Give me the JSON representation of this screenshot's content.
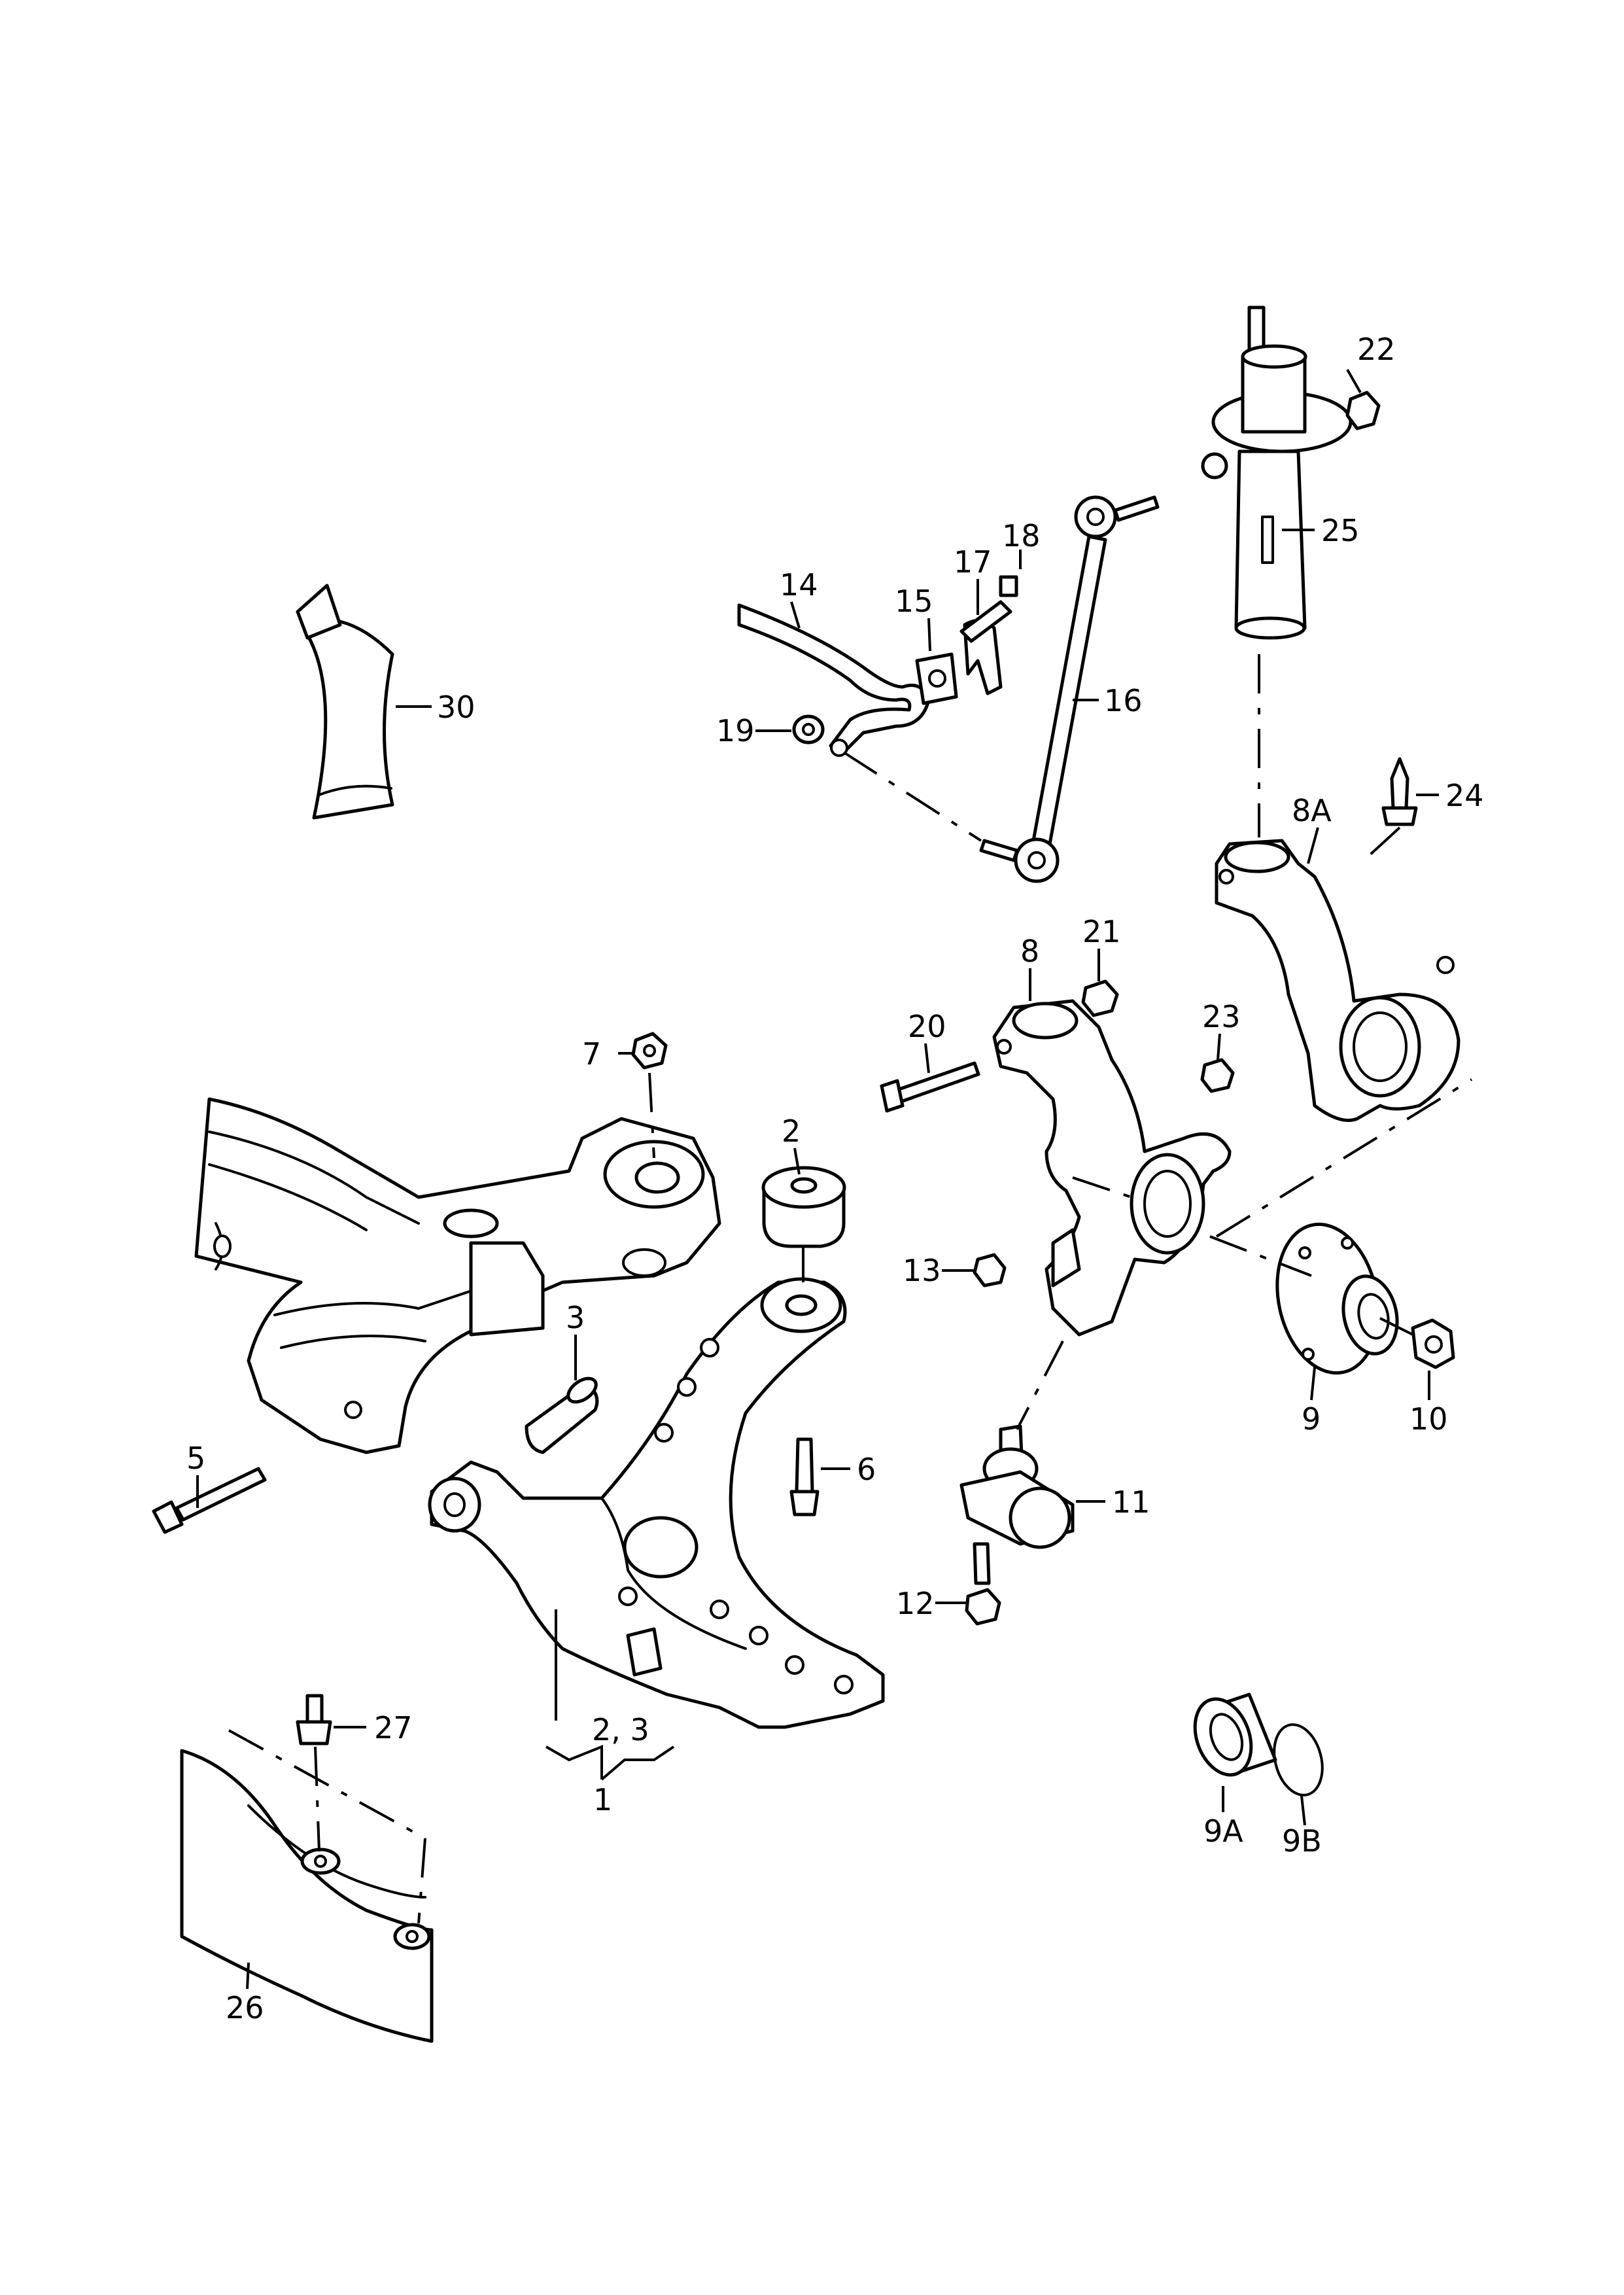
{
  "diagram": {
    "labels": {
      "p1": "1",
      "p2": "2",
      "p2_3": "2, 3",
      "p3": "3",
      "p5": "5",
      "p6": "6",
      "p7": "7",
      "p8": "8",
      "p8a": "8A",
      "p9": "9",
      "p9a": "9A",
      "p9b": "9B",
      "p10": "10",
      "p11": "11",
      "p12": "12",
      "p13": "13",
      "p14": "14",
      "p15": "15",
      "p16": "16",
      "p17": "17",
      "p18": "18",
      "p19": "19",
      "p20": "20",
      "p21": "21",
      "p22": "22",
      "p23": "23",
      "p24": "24",
      "p25": "25",
      "p26": "26",
      "p27": "27",
      "p30": "30"
    }
  }
}
